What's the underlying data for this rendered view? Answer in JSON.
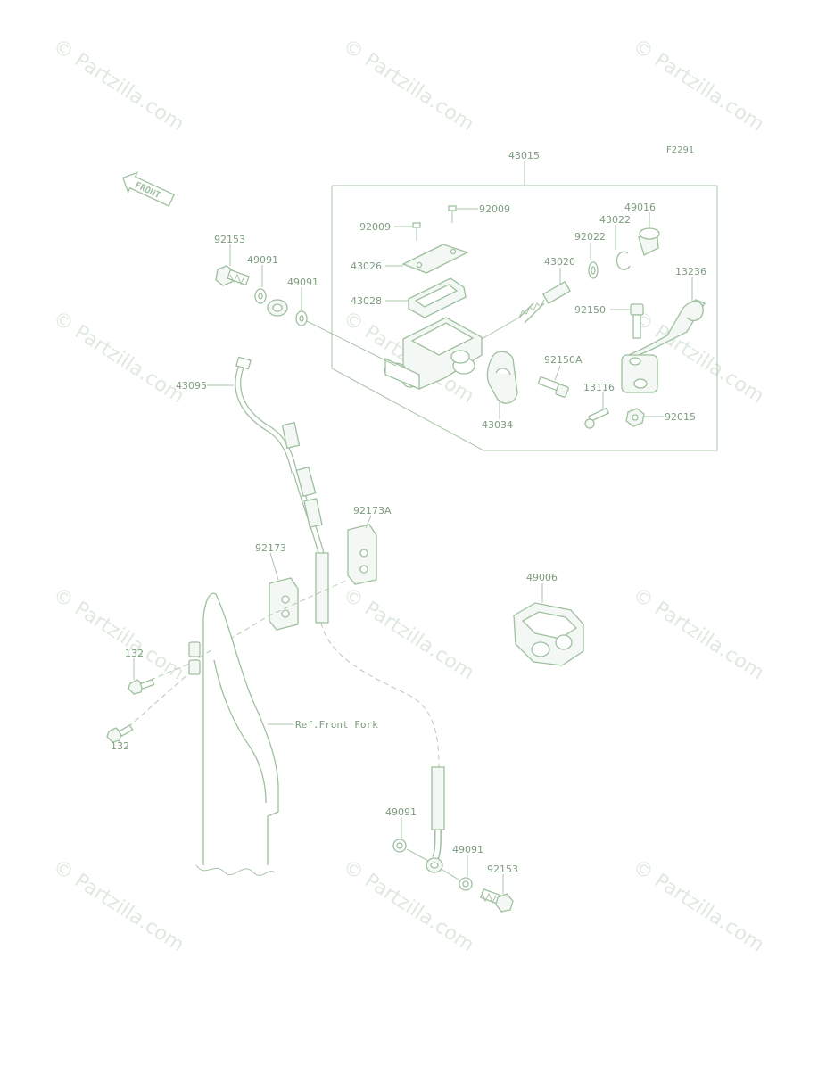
{
  "diagram": {
    "code": "F2291",
    "front_arrow": "FRONT",
    "ref_note": "Ref.Front Fork",
    "watermark": "© Partzilla.com",
    "parts": {
      "p43015": "43015",
      "p92009a": "92009",
      "p92009b": "92009",
      "p43026": "43026",
      "p43028": "43028",
      "p43020": "43020",
      "p92022": "92022",
      "p43022": "43022",
      "p49016": "49016",
      "p13236": "13236",
      "p92150": "92150",
      "p92150a": "92150A",
      "p43034": "43034",
      "p13116": "13116",
      "p92015": "92015",
      "p92153a": "92153",
      "p49091a": "49091",
      "p49091b": "49091",
      "p43095": "43095",
      "p92173a": "92173A",
      "p92173": "92173",
      "p49006": "49006",
      "p132a": "132",
      "p132b": "132",
      "p49091c": "49091",
      "p49091d": "49091",
      "p92153b": "92153"
    }
  }
}
